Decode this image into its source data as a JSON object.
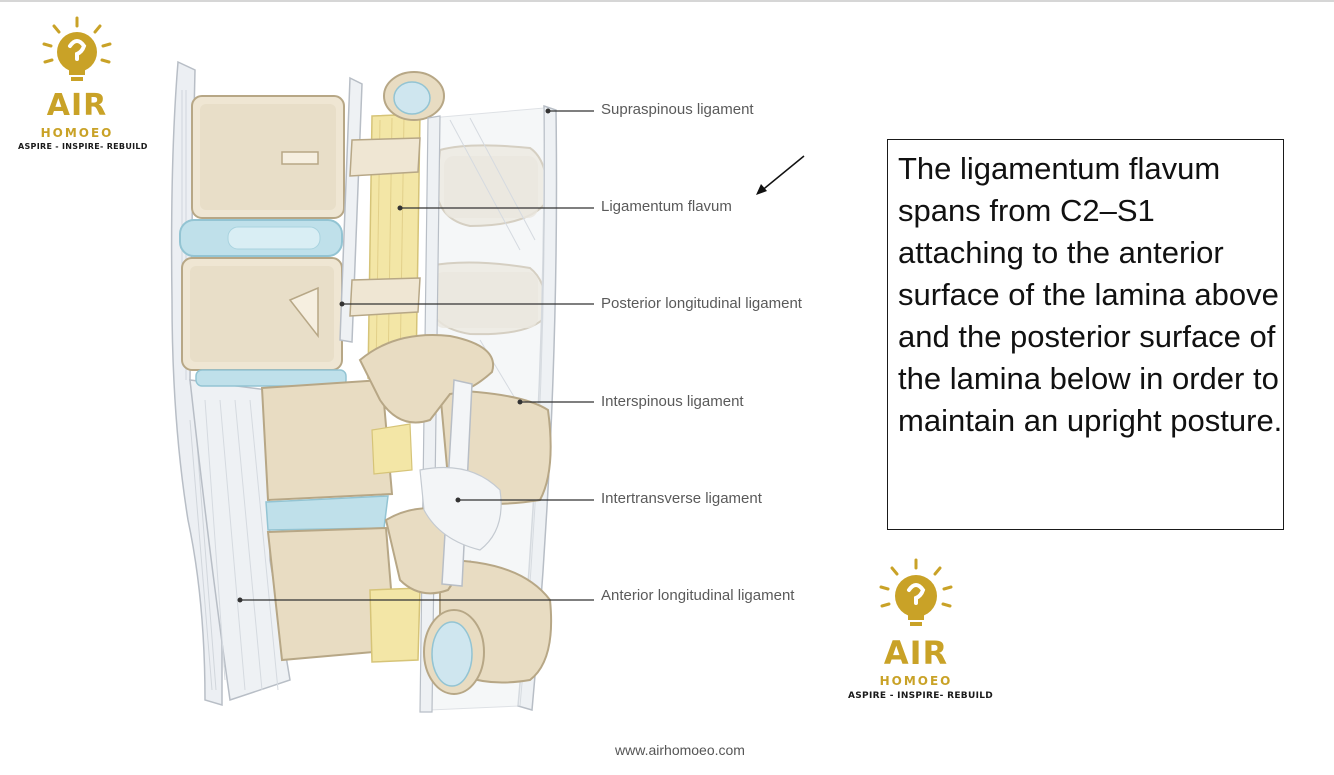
{
  "logo": {
    "brand": "AIR",
    "subtitle": "HOMOEO",
    "tagline": "ASPIRE - INSPIRE- REBUILD"
  },
  "labels": [
    {
      "id": "supraspinous",
      "text": "Supraspinous ligament"
    },
    {
      "id": "flavum",
      "text": "Ligamentum flavum"
    },
    {
      "id": "posterior-longitudinal",
      "text": "Posterior longitudinal ligament"
    },
    {
      "id": "interspinous",
      "text": "Interspinous ligament"
    },
    {
      "id": "intertransverse",
      "text": "Intertransverse ligament"
    },
    {
      "id": "anterior-longitudinal",
      "text": "Anterior longitudinal ligament"
    }
  ],
  "callout": {
    "text": "The ligamentum flavum spans from C2–S1 attaching to the anterior surface of the lamina above and the posterior surface of the lamina below in order to maintain an upright posture."
  },
  "footer": {
    "url": "www.airhomoeo.com"
  },
  "colors": {
    "brand_gold": "#c9a227",
    "bone": "#e8dcc2",
    "bone_dark": "#cbb994",
    "disc": "#bfe0ea",
    "ligament_yellow": "#f3e6a6",
    "ligament_white": "#eceff3"
  }
}
